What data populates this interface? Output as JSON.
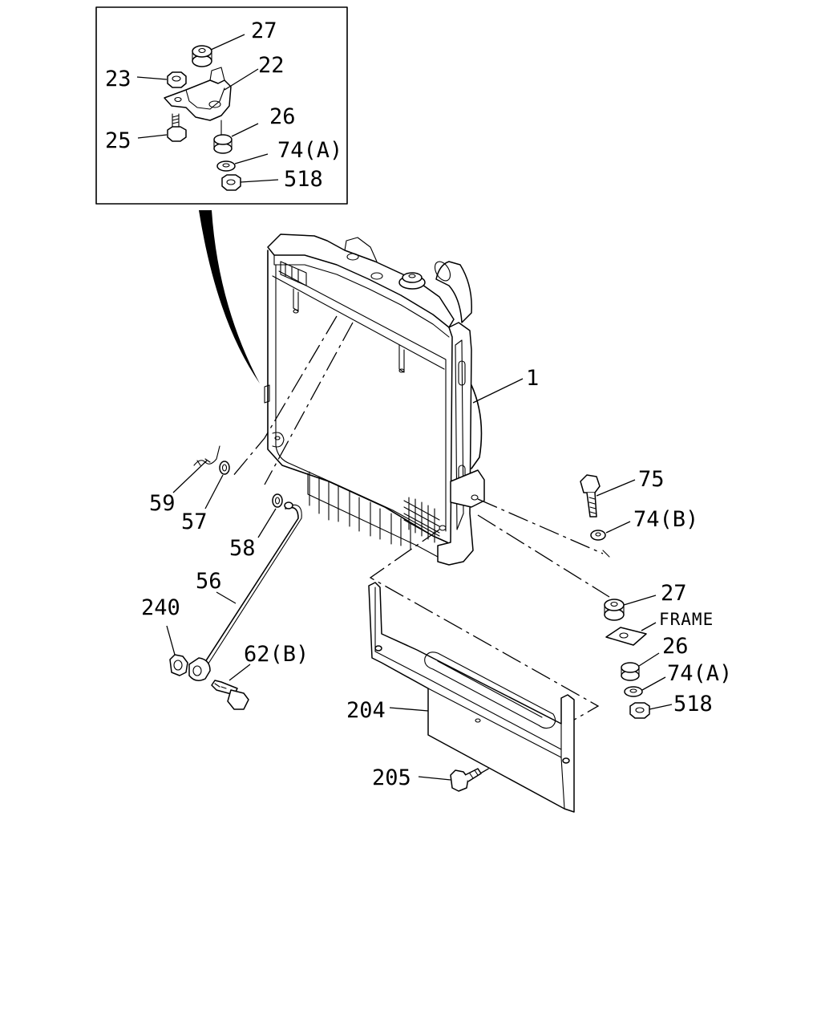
{
  "callouts": {
    "inset_27": "27",
    "inset_22": "22",
    "inset_23": "23",
    "inset_26": "26",
    "inset_25": "25",
    "inset_74a": "74(A)",
    "inset_518": "518",
    "c1": "1",
    "c75": "75",
    "c74b": "74(B)",
    "c27": "27",
    "c26": "26",
    "c74a": "74(A)",
    "c518": "518",
    "c59": "59",
    "c57": "57",
    "c58": "58",
    "c56": "56",
    "c240": "240",
    "c62b": "62(B)",
    "c204": "204",
    "c205": "205"
  },
  "labels": {
    "frame": "FRAME"
  }
}
